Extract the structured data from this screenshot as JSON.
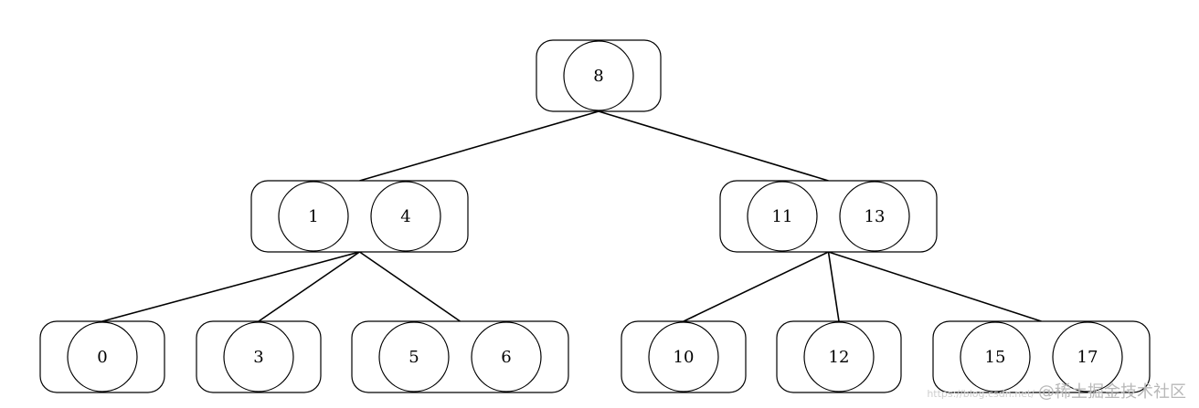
{
  "tree": {
    "levels": [
      {
        "nodes": [
          {
            "keys": [
              "8"
            ]
          }
        ]
      },
      {
        "nodes": [
          {
            "keys": [
              "1",
              "4"
            ]
          },
          {
            "keys": [
              "11",
              "13"
            ]
          }
        ]
      },
      {
        "nodes": [
          {
            "keys": [
              "0"
            ]
          },
          {
            "keys": [
              "3"
            ]
          },
          {
            "keys": [
              "5",
              "6"
            ]
          },
          {
            "keys": [
              "10"
            ]
          },
          {
            "keys": [
              "12"
            ]
          },
          {
            "keys": [
              "15",
              "17"
            ]
          }
        ]
      }
    ],
    "edges": [
      {
        "from": [
          0,
          0
        ],
        "to": [
          1,
          0
        ]
      },
      {
        "from": [
          0,
          0
        ],
        "to": [
          1,
          1
        ]
      },
      {
        "from": [
          1,
          0
        ],
        "to": [
          2,
          0
        ]
      },
      {
        "from": [
          1,
          0
        ],
        "to": [
          2,
          1
        ]
      },
      {
        "from": [
          1,
          0
        ],
        "to": [
          2,
          2
        ]
      },
      {
        "from": [
          1,
          1
        ],
        "to": [
          2,
          3
        ]
      },
      {
        "from": [
          1,
          1
        ],
        "to": [
          2,
          4
        ]
      },
      {
        "from": [
          1,
          1
        ],
        "to": [
          2,
          5
        ]
      }
    ]
  },
  "watermark": {
    "url": "https://blog.csdn.net/",
    "text": "@稀土掘金技术社区"
  }
}
